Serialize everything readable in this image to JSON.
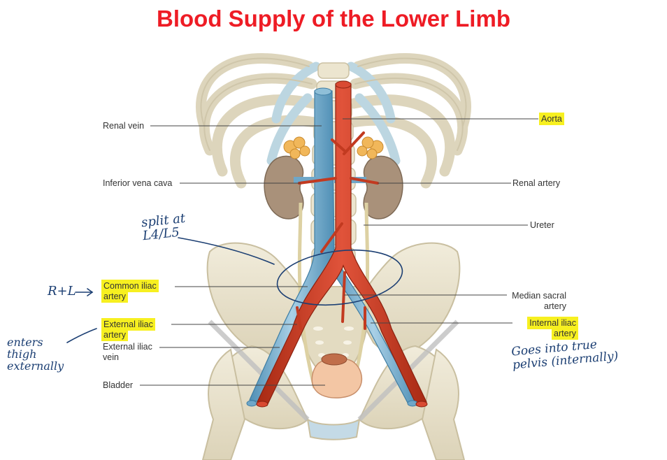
{
  "title": "Blood Supply of the Lower Limb",
  "colors": {
    "title": "#ee1c25",
    "highlight": "#f7f020",
    "ink": "#1c3f73",
    "artery": "#c8391d",
    "vein": "#6fa7c8",
    "bone": "#e9e2cc",
    "kidney": "#a9917a"
  },
  "labels": {
    "renal_vein": "Renal vein",
    "inferior_vena_cava": "Inferior vena cava",
    "common_iliac_artery": [
      "Common iliac",
      "artery"
    ],
    "external_iliac_artery": [
      "External iliac",
      "artery"
    ],
    "external_iliac_vein": [
      "External iliac",
      "vein"
    ],
    "bladder": "Bladder",
    "aorta": "Aorta",
    "renal_artery": "Renal artery",
    "ureter": "Ureter",
    "median_sacral_artery": [
      "Median sacral",
      "artery"
    ],
    "internal_iliac_artery": [
      "Internal iliac",
      "artery"
    ]
  },
  "handwritten": {
    "split": [
      "split at",
      "L4/L5"
    ],
    "r_and_l": "R+L",
    "enters_thigh": [
      "enters",
      "thigh",
      "externally"
    ],
    "goes_into": [
      "Goes into true",
      "pelvis (internally)"
    ]
  }
}
